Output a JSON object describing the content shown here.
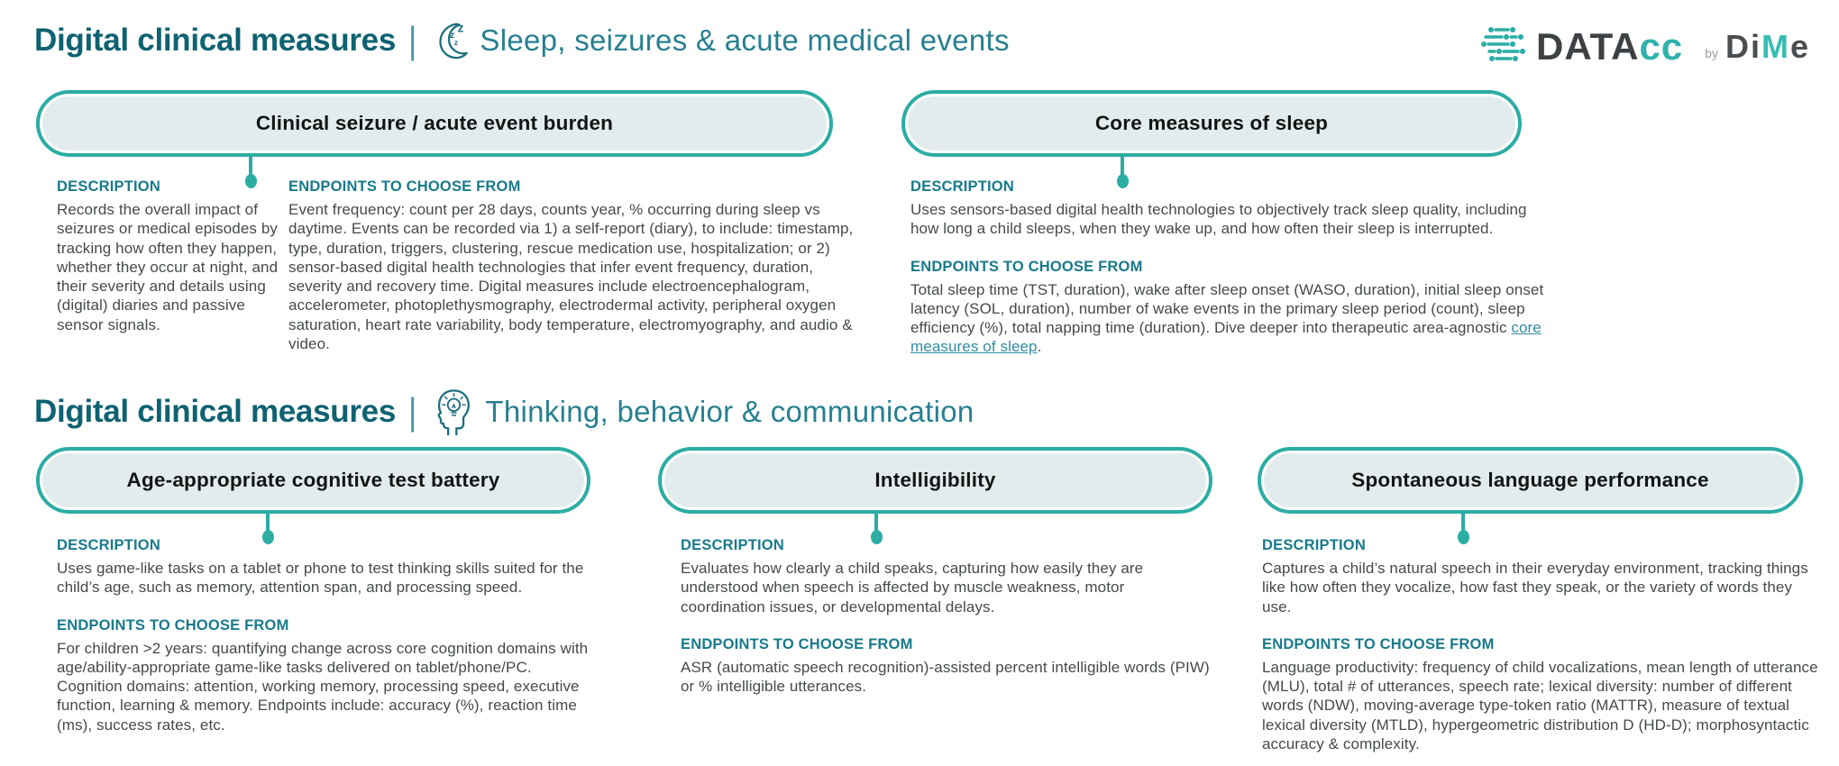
{
  "logo": {
    "brand": "DATA",
    "brand_suffix": "cc",
    "by": "by",
    "partner_prefix": "Di",
    "partner_m": "M",
    "partner_suffix": "e"
  },
  "icons": {
    "moon_z": "z"
  },
  "colors": {
    "teal_dark": "#0e6271",
    "teal_mid": "#27808f",
    "teal_bright": "#2bada4",
    "pill_bg": "#e3ecec",
    "label_teal": "#187a8b",
    "body_text": "#454a4c",
    "link": "#2e8da4"
  },
  "section1": {
    "title": "Digital clinical measures",
    "separator": "|",
    "icon": "moon-zzz-icon",
    "subtitle": "Sleep, seizures & acute medical events",
    "labels": {
      "description": "DESCRIPTION",
      "endpoints": "ENDPOINTS TO CHOOSE FROM"
    },
    "cards": [
      {
        "pill": "Clinical seizure / acute event burden",
        "description": "Records the overall impact of seizures or medical episodes by tracking how often they happen, whether they occur at night, and their severity and details using (digital) diaries and passive sensor signals.",
        "endpoints": "Event frequency: count per 28 days, counts year, % occurring during sleep vs daytime. Events can be recorded via 1) a self-report (diary), to include: timestamp, type, duration, triggers, clustering, rescue medication use, hospitalization; or 2) sensor-based digital health technologies that infer event frequency, duration, severity and recovery time. Digital measures include electroencephalogram, accelerometer, photoplethysmography, electrodermal activity, peripheral oxygen saturation, heart rate variability, body temperature, electromyography, and audio & video."
      },
      {
        "pill": "Core measures of sleep",
        "description": "Uses sensors-based digital health technologies to objectively track sleep quality, including how long a child sleeps, when they wake up, and how often their sleep is interrupted.",
        "endpoints_before_link": "Total sleep time (TST, duration), wake after sleep onset (WASO, duration), initial sleep onset latency (SOL, duration), number of wake events in the primary sleep period (count), sleep efficiency (%), total napping time (duration). Dive deeper into therapeutic area-agnostic ",
        "endpoints_link": "core measures of sleep",
        "endpoints_after_link": "."
      }
    ]
  },
  "section2": {
    "title": "Digital clinical measures",
    "separator": "|",
    "icon": "head-lightbulb-icon",
    "subtitle": "Thinking, behavior & communication",
    "labels": {
      "description": "DESCRIPTION",
      "endpoints": "ENDPOINTS TO CHOOSE FROM"
    },
    "cards": [
      {
        "pill": "Age-appropriate cognitive test battery",
        "description": "Uses game-like tasks on a tablet or phone to test thinking skills suited for the child’s age, such as memory, attention span, and processing speed.",
        "endpoints": "For children >2 years: quantifying change across core cognition domains with age/ability-appropriate game-like tasks delivered on tablet/phone/PC. Cognition domains: attention, working memory, processing speed, executive function, learning & memory. Endpoints include: accuracy (%), reaction time (ms), success rates, etc."
      },
      {
        "pill": "Intelligibility",
        "description": "Evaluates how clearly a child speaks, capturing how easily they are understood when speech is affected by muscle weakness, motor coordination issues, or developmental delays.",
        "endpoints": "ASR (automatic speech recognition)-assisted percent intelligible words (PIW) or % intelligible utterances."
      },
      {
        "pill": "Spontaneous language performance",
        "description": "Captures a child’s natural speech in their everyday environment, tracking things like how often they vocalize, how fast they speak, or the variety of words they use.",
        "endpoints": "Language productivity: frequency of child vocalizations, mean length of utterance (MLU), total # of utterances, speech rate; lexical diversity: number of different words (NDW), moving-average type-token ratio (MATTR), measure of textual lexical diversity (MTLD), hypergeometric distribution D (HD-D); morphosyntactic accuracy & complexity."
      }
    ]
  }
}
